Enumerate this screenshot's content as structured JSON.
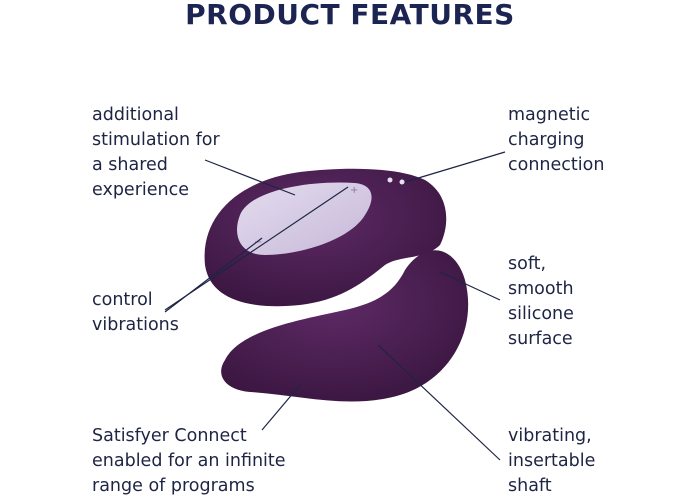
{
  "title": "PRODUCT FEATURES",
  "features": {
    "shared_stimulation": "additional\nstimulation for\na shared\nexperience",
    "magnetic_charging": "magnetic\ncharging\nconnection",
    "control_vibrations": "control\nvibrations",
    "silicone_surface": "soft,\nsmooth\nsilicone\nsurface",
    "app_enabled": "Satisfyer Connect\nenabled for an infinite\nrange of programs",
    "vibrating_shaft": "vibrating,\ninsertable\nshaft"
  },
  "colors": {
    "title": "#1c2452",
    "product": "#4a1f4f",
    "panel": "#d8cde6"
  }
}
